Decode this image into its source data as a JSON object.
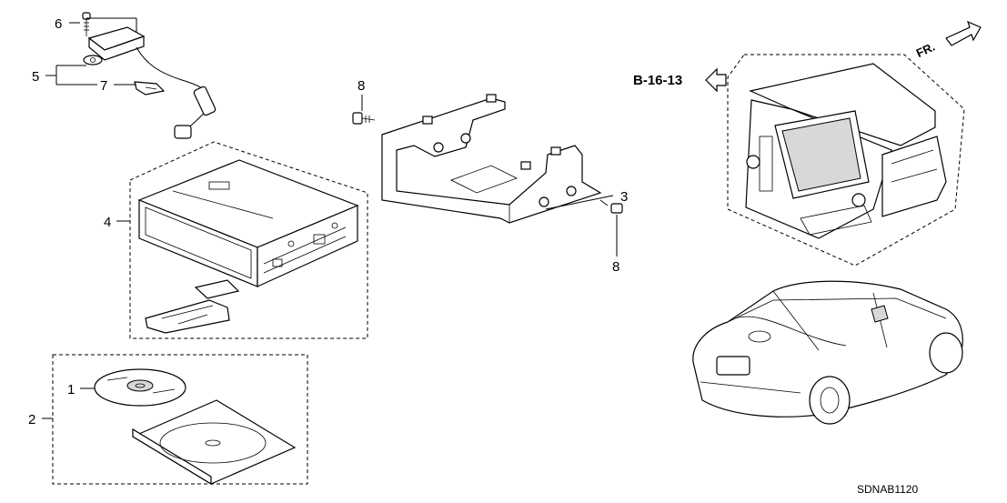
{
  "callouts": {
    "p1": "1",
    "p2": "2",
    "p3": "3",
    "p4": "4",
    "p5": "5",
    "p6": "6",
    "p7": "7",
    "p8a": "8",
    "p8b": "8"
  },
  "reference_label": "B-16-13",
  "direction_label": "FR.",
  "diagram_code": "SDNAB1120"
}
